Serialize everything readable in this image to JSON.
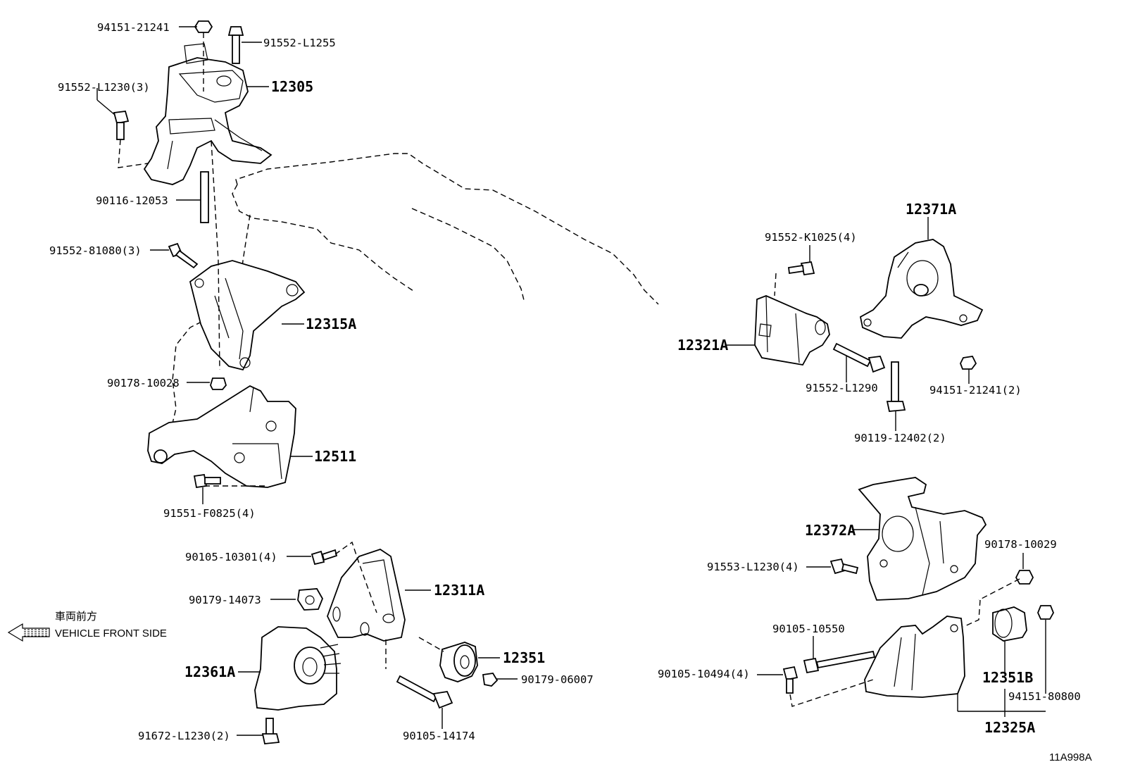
{
  "diagram": {
    "code": "11A998A",
    "front_indicator": {
      "jp": "車両前方",
      "en": "VEHICLE FRONT SIDE"
    },
    "labels": {
      "l94151_21241_top": "94151-21241",
      "l91552_L1255": "91552-L1255",
      "l91552_L1230": "91552-L1230(3)",
      "l12305": "12305",
      "l90116_12053": "90116-12053",
      "l91552_81080": "91552-81080(3)",
      "l12315A": "12315A",
      "l90178_10028": "90178-10028",
      "l12511": "12511",
      "l91551_F0825": "91551-F0825(4)",
      "l90105_10301": "90105-10301(4)",
      "l90179_14073": "90179-14073",
      "l12311A": "12311A",
      "l12351": "12351",
      "l90179_06007": "90179-06007",
      "l12361A": "12361A",
      "l91672_L1230": "91672-L1230(2)",
      "l90105_14174": "90105-14174",
      "l12371A": "12371A",
      "l91552_K1025": "91552-K1025(4)",
      "l12321A": "12321A",
      "l91552_L1290": "91552-L1290",
      "l94151_21241_2": "94151-21241(2)",
      "l90119_12402": "90119-12402(2)",
      "l12372A": "12372A",
      "l90178_10029": "90178-10029",
      "l91553_L1230": "91553-L1230(4)",
      "l90105_10550": "90105-10550",
      "l90105_10494": "90105-10494(4)",
      "l12351B": "12351B",
      "l94151_80800": "94151-80800",
      "l12325A": "12325A"
    }
  }
}
